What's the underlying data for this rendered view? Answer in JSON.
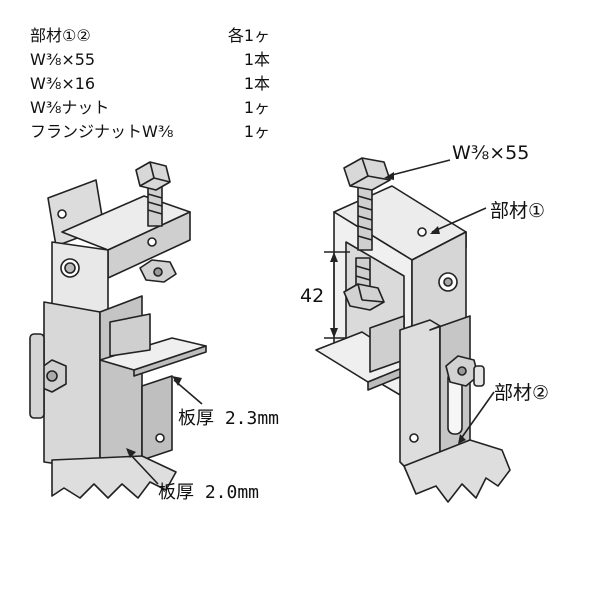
{
  "parts_list": [
    {
      "name": "部材①②",
      "qty": "各1ヶ"
    },
    {
      "name": "W⅜×55",
      "qty": "1本"
    },
    {
      "name": "W⅜×16",
      "qty": "1本"
    },
    {
      "name": "W⅜ナット",
      "qty": "1ヶ"
    },
    {
      "name": "フランジナットW⅜",
      "qty": "1ヶ"
    }
  ],
  "callouts": {
    "plate_thickness_upper": "板厚 2.3mm",
    "plate_thickness_lower": "板厚 2.0mm",
    "bolt": "W⅜×55",
    "member_1": "部材①",
    "member_2": "部材②",
    "dimension": "42"
  },
  "colors": {
    "line": "#222222",
    "metal_light": "#eeeeee",
    "metal_mid": "#d6d6d6",
    "metal_dark": "#b4b4b4"
  }
}
